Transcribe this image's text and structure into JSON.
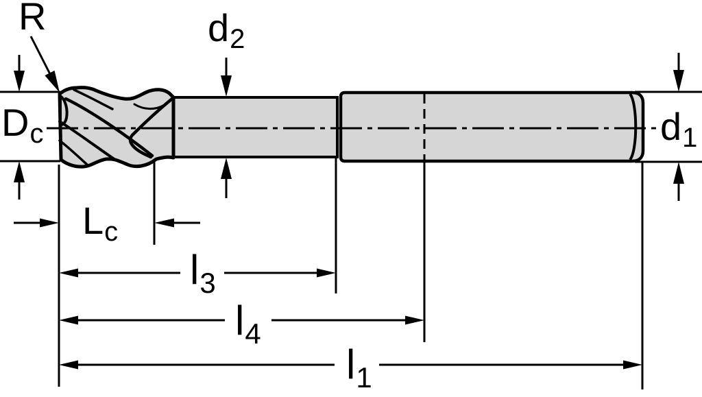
{
  "drawing": {
    "title": "end-mill-dimension-drawing",
    "labels": {
      "corner_radius": {
        "base": "R",
        "sub": ""
      },
      "neck_diameter": {
        "base": "d",
        "sub": "2"
      },
      "cutting_diameter": {
        "base": "D",
        "sub": "c"
      },
      "shank_diameter": {
        "base": "d",
        "sub": "1"
      },
      "cutting_edge_length": {
        "base": "L",
        "sub": "c"
      },
      "length_l3": {
        "base": "l",
        "sub": "3"
      },
      "length_l4": {
        "base": "l",
        "sub": "4"
      },
      "overall_length": {
        "base": "l",
        "sub": "1"
      }
    },
    "colors": {
      "line": "#000000",
      "fill": "#d6d6d6",
      "background": "#ffffff"
    }
  }
}
